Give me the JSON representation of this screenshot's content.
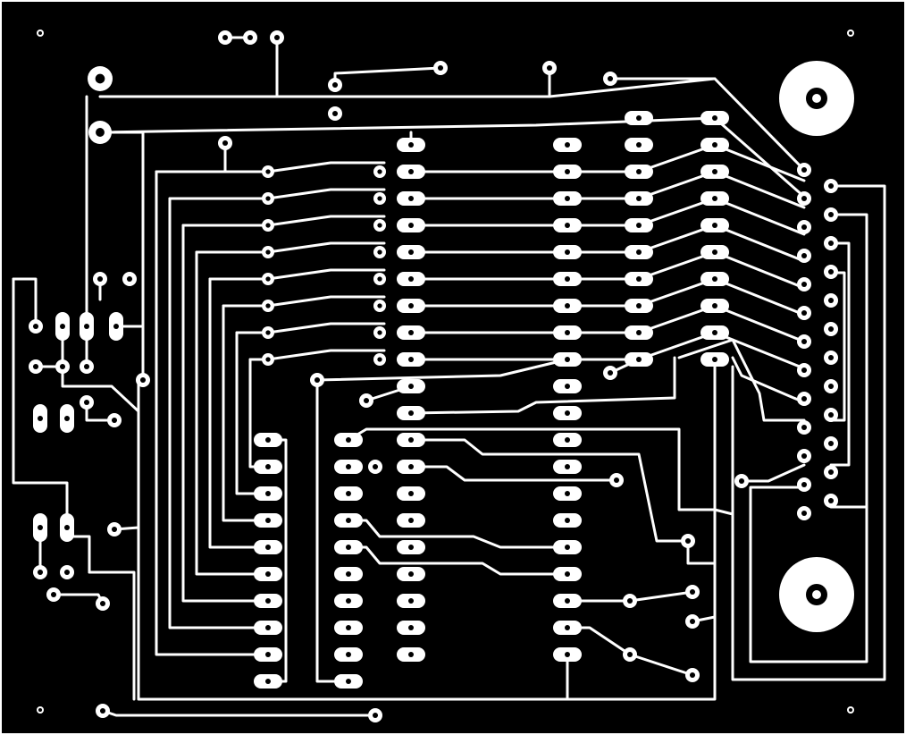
{
  "board": {
    "substrate_color": "#000000",
    "copper_color": "#ffffff",
    "background": "#ffffff"
  },
  "connectors": [
    {
      "type": "db25-female",
      "pins": 25,
      "mount_holes": 2
    }
  ],
  "chips": [
    {
      "type": "dip",
      "pins": 20
    },
    {
      "type": "dip",
      "pins": 20
    },
    {
      "type": "dip",
      "pins": 20
    },
    {
      "type": "dip",
      "pins": 10
    }
  ]
}
